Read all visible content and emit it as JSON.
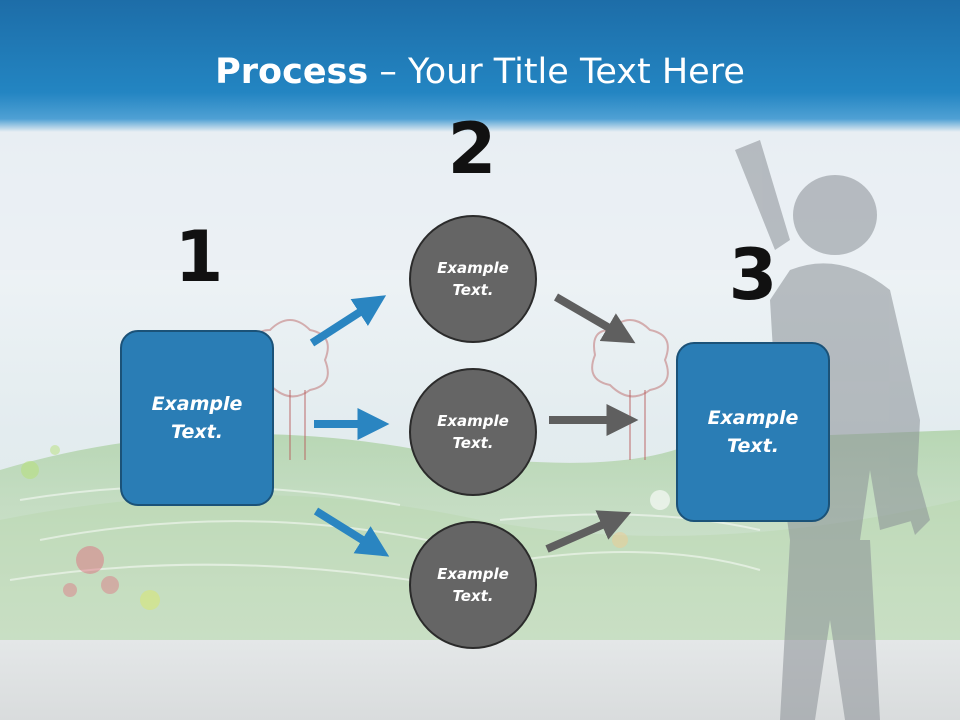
{
  "title": {
    "strong": "Process",
    "rest": " – Your Title Text Here"
  },
  "steps": {
    "one": {
      "number": "1",
      "text": "Example\nText."
    },
    "two": {
      "number": "2",
      "circles": [
        {
          "text": "Example\nText."
        },
        {
          "text": "Example\nText."
        },
        {
          "text": "Example\nText."
        }
      ]
    },
    "three": {
      "number": "3",
      "text": "Example\nText."
    }
  },
  "colors": {
    "title_bar": "#2385c2",
    "box_fill": "#2a7db5",
    "box_border": "#1b5278",
    "circle_fill": "#656565",
    "blue_arrow": "#2a85c1",
    "gray_arrow": "#5f5f5f"
  }
}
